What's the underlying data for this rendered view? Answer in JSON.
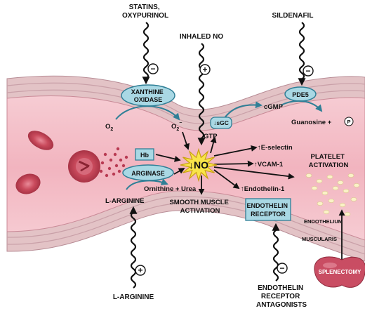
{
  "drugs": {
    "statins": [
      "STATINS,",
      "OXYPURINOL"
    ],
    "inhaled_no": "INHALED NO",
    "sildenafil": "SILDENAFIL",
    "l_arginine_drug": "L-ARGININE",
    "endothelin_antagonists": [
      "ENDOTHELIN",
      "RECEPTOR",
      "ANTAGONISTS"
    ]
  },
  "signs": {
    "minus": "−",
    "plus": "+"
  },
  "enzymes": {
    "xanthine_oxidase": [
      "XANTHINE",
      "OXIDASE"
    ],
    "pde5": "PDE5",
    "arginase": "ARGINASE",
    "hb": "Hb",
    "endothelin_receptor": [
      "ENDOTHELIN",
      "RECEPTOR"
    ]
  },
  "molecules": {
    "o2": "O",
    "o2_sub": "2",
    "superoxide": "O",
    "superoxide_sub": "2",
    "superoxide_sup": "−",
    "sgc": "↓sGC",
    "gtp": "GTP",
    "cgmp": "cGMP",
    "guanosine": "Guanosine + ",
    "phosphate": "P",
    "no": "↓NO",
    "ornithine_urea": "Ornithine + Urea",
    "l_arginine": "L-ARGININE"
  },
  "effects": {
    "e_selectin": "↑E-selectin",
    "vcam": "↑VCAM-1",
    "endothelin": "↑Endothelin-1",
    "platelet": [
      "PLATELET",
      "ACTIVATION"
    ],
    "smooth_muscle": [
      "SMOOTH MUSCLE",
      "ACTIVATION"
    ]
  },
  "layers": {
    "endothelium": "ENDOTHELIUM",
    "muscularis": "MUSCULARIS"
  },
  "organ": {
    "splenectomy": "SPLENECTOMY"
  },
  "colors": {
    "lumen": "#f2bcc4",
    "wall": "#e6c9c9",
    "enzyme_fill": "#a9d8e4",
    "enzyme_stroke": "#2f7f96",
    "no_star": "#f8e44a",
    "spleen": "#c94d63"
  }
}
